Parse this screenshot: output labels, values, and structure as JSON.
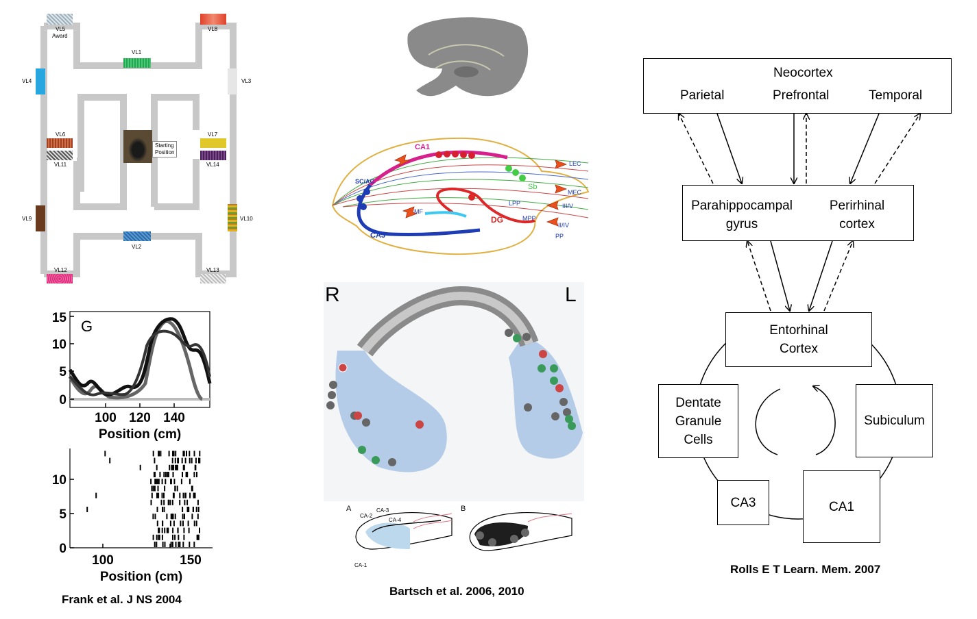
{
  "captions": {
    "frank": "Frank et al. J NS 2004",
    "bartsch": "Bartsch et al. 2006, 2010",
    "rolls": "Rolls E T Learn. Mem. 2007"
  },
  "maze": {
    "labels": [
      "VL5",
      "Award",
      "VL8",
      "VL1",
      "VL4",
      "VL3",
      "VL6",
      "VL11",
      "VL7",
      "VL14",
      "VL9",
      "VL10",
      "VL2",
      "VL12",
      "VL13"
    ],
    "start_label_line1": "Starting",
    "start_label_line2": "Position"
  },
  "firing_plot": {
    "panel_letter": "G",
    "y_ticks": [
      "15",
      "10",
      "5",
      "0"
    ],
    "x_ticks": [
      "100",
      "120",
      "140"
    ],
    "xlabel": "Position (cm)"
  },
  "raster_plot": {
    "y_ticks": [
      "10",
      "5",
      "0"
    ],
    "x_ticks": [
      "100",
      "150"
    ],
    "xlabel": "Position (cm)"
  },
  "hippo_labels": {
    "ca1": "CA1",
    "ca3": "CA3",
    "dg": "DG",
    "sb": "Sb",
    "scac": "SC/AC",
    "mf": "MF",
    "lpp": "LPP",
    "mpp": "MPP",
    "lec": "LEC",
    "mec": "MEC",
    "iiiv": "III/V",
    "iiiv2": "II/IV",
    "pp": "PP"
  },
  "brain_3d": {
    "left_letter": "R",
    "right_letter": "L",
    "inset_a": "A",
    "inset_b": "B",
    "ca_labels": [
      "CA-2",
      "CA-3",
      "CA-4",
      "CA-1"
    ]
  },
  "diagram": {
    "neocortex": "Neocortex",
    "parietal": "Parietal",
    "prefrontal": "Prefrontal",
    "temporal": "Temporal",
    "parahippocampal": "Parahippocampal",
    "gyrus": "gyrus",
    "perirhinal": "Perirhinal",
    "cortex": "cortex",
    "entorhinal": "Entorhinal",
    "entorhinal2": "Cortex",
    "dentate1": "Dentate",
    "dentate2": "Granule",
    "dentate3": "Cells",
    "subiculum": "Subiculum",
    "ca3": "CA3",
    "ca1": "CA1"
  },
  "colors": {
    "maze_wall": "#c8c8c8",
    "ca1_magenta": "#d6208c",
    "ca3_blue": "#1e3cb4",
    "dg_red": "#dc2828",
    "brain_blue": "#b4cce8"
  }
}
